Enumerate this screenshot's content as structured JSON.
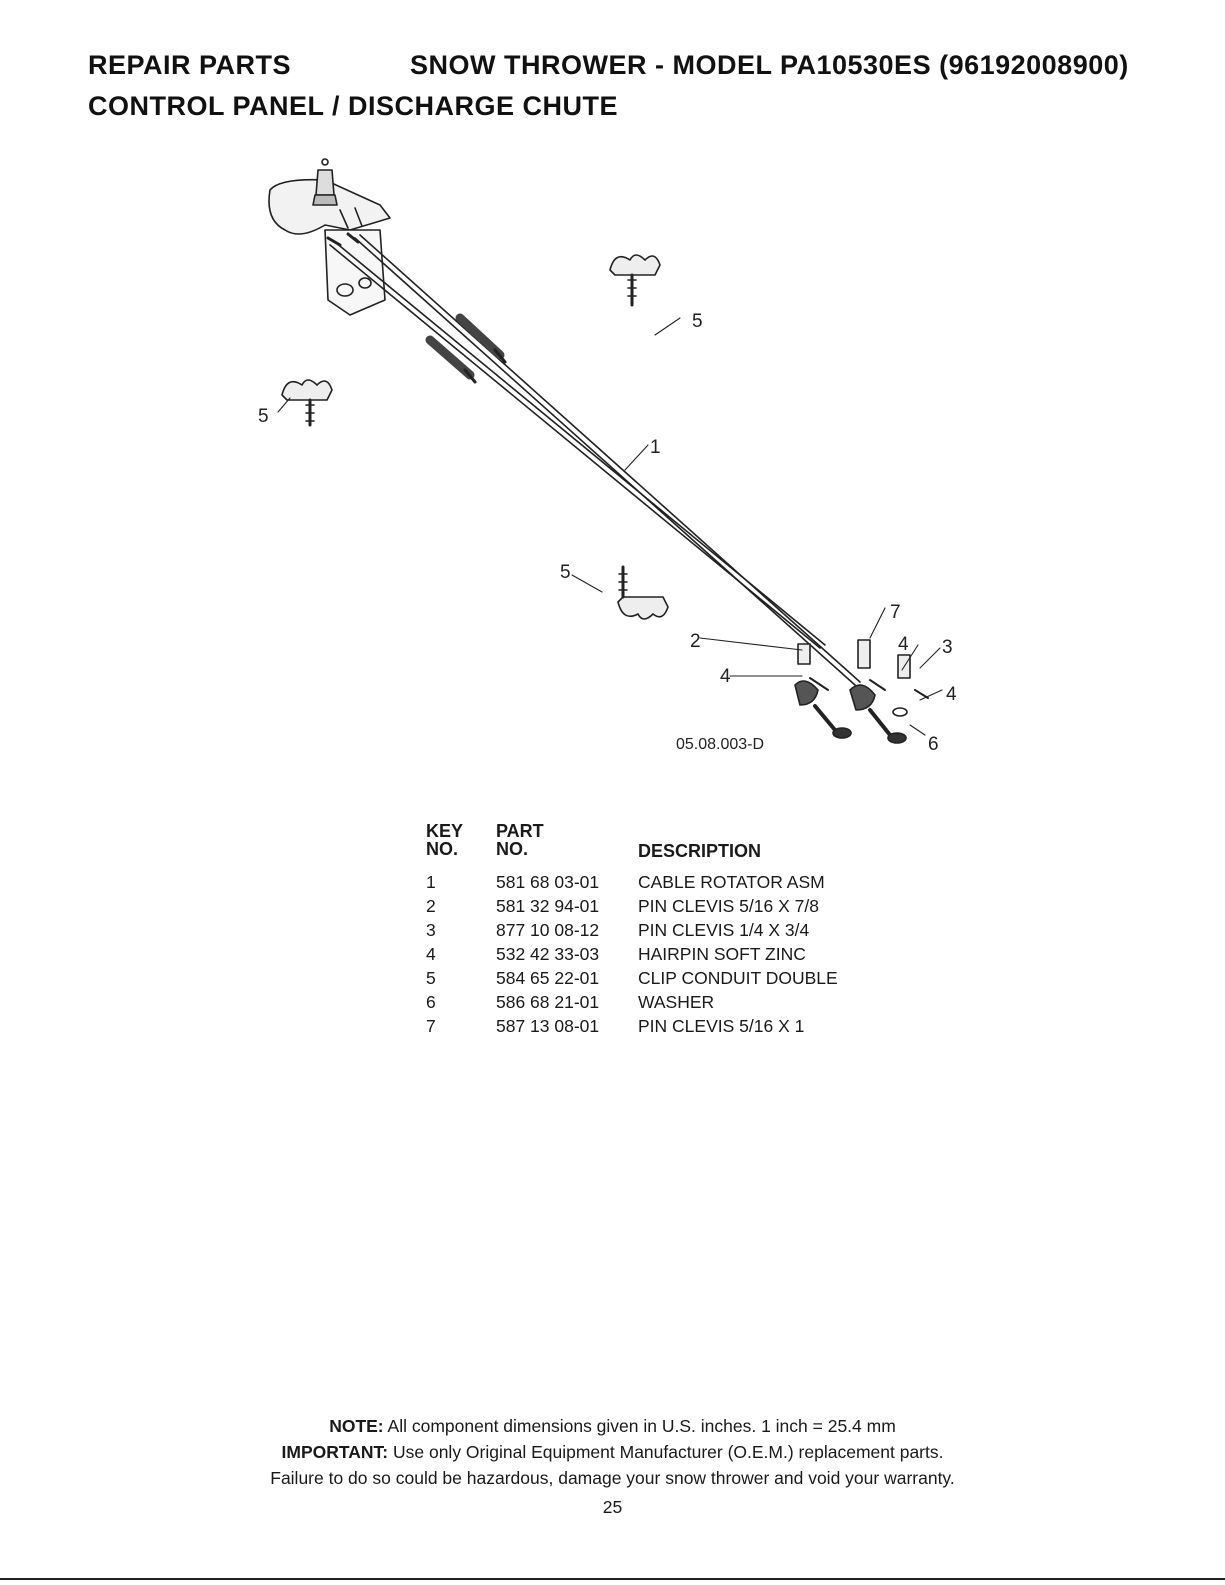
{
  "header": {
    "left": "REPAIR PARTS",
    "right": "SNOW THROWER - MODEL  PA10530ES  (96192008900)",
    "subtitle": "CONTROL PANEL / DISCHARGE CHUTE"
  },
  "diagram": {
    "code": "05.08.003-D",
    "callouts": [
      "5",
      "5",
      "1",
      "5",
      "7",
      "2",
      "4",
      "3",
      "4",
      "4",
      "6"
    ]
  },
  "table": {
    "key_header_1": "KEY",
    "key_header_2": "NO.",
    "part_header_1": "PART",
    "part_header_2": "NO.",
    "desc_header": "DESCRIPTION",
    "rows": [
      {
        "key": "1",
        "part": "581 68 03-01",
        "desc": "CABLE ROTATOR ASM"
      },
      {
        "key": "2",
        "part": "581 32 94-01",
        "desc": "PIN CLEVIS 5/16 X 7/8"
      },
      {
        "key": "3",
        "part": "877 10 08-12",
        "desc": "PIN CLEVIS 1/4 X 3/4"
      },
      {
        "key": "4",
        "part": "532 42 33-03",
        "desc": "HAIRPIN SOFT ZINC"
      },
      {
        "key": "5",
        "part": "584 65 22-01",
        "desc": "CLIP CONDUIT DOUBLE"
      },
      {
        "key": "6",
        "part": "586 68 21-01",
        "desc": "WASHER"
      },
      {
        "key": "7",
        "part": "587 13 08-01",
        "desc": "PIN CLEVIS 5/16 X 1"
      }
    ]
  },
  "footer": {
    "note_label": "NOTE:",
    "note_text": "All component dimensions given in U.S. inches.    1 inch = 25.4 mm",
    "important_label": "IMPORTANT:",
    "important_text": "Use only Original Equipment Manufacturer (O.E.M.) replacement parts.",
    "warning": "Failure to do so could be hazardous, damage your snow thrower and void your warranty.",
    "page_number": "25"
  }
}
